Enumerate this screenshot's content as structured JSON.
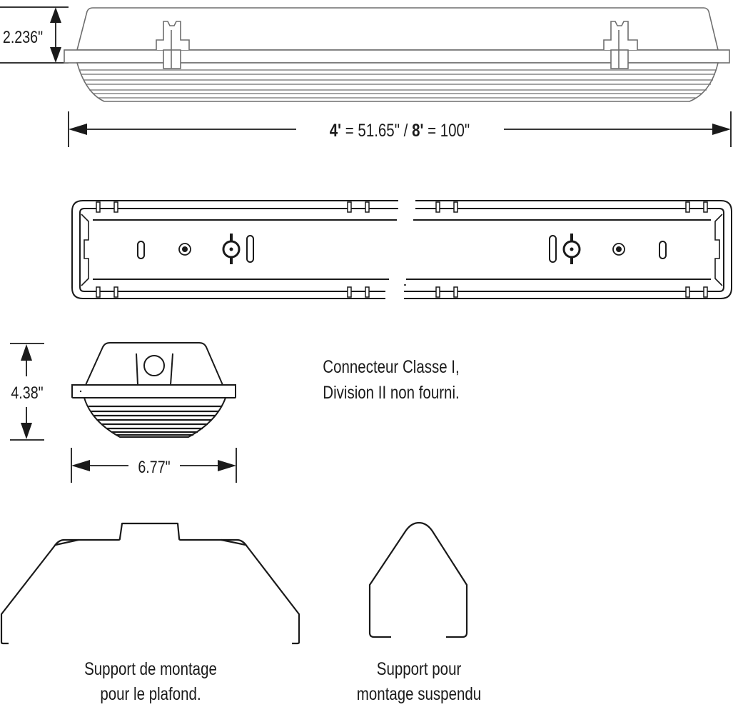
{
  "side_view": {
    "height_label": "2.236\"",
    "length_label": {
      "size_4ft": "4'",
      "eq1": " = 51.65\" / ",
      "size_8ft": "8'",
      "eq2": " = 100\""
    }
  },
  "end_view": {
    "height_label": "4.38\"",
    "width_label": "6.77\""
  },
  "connector_note": {
    "line1": "Connecteur Classe I,",
    "line2": "Division II non fourni."
  },
  "brackets": {
    "ceiling": {
      "line1": "Support de montage",
      "line2": "pour le plafond."
    },
    "pendant": {
      "line1": "Support pour",
      "line2": "montage suspendu"
    }
  },
  "colors": {
    "ink": "#1a1a1a",
    "light_ink": "#6e6e6e"
  }
}
